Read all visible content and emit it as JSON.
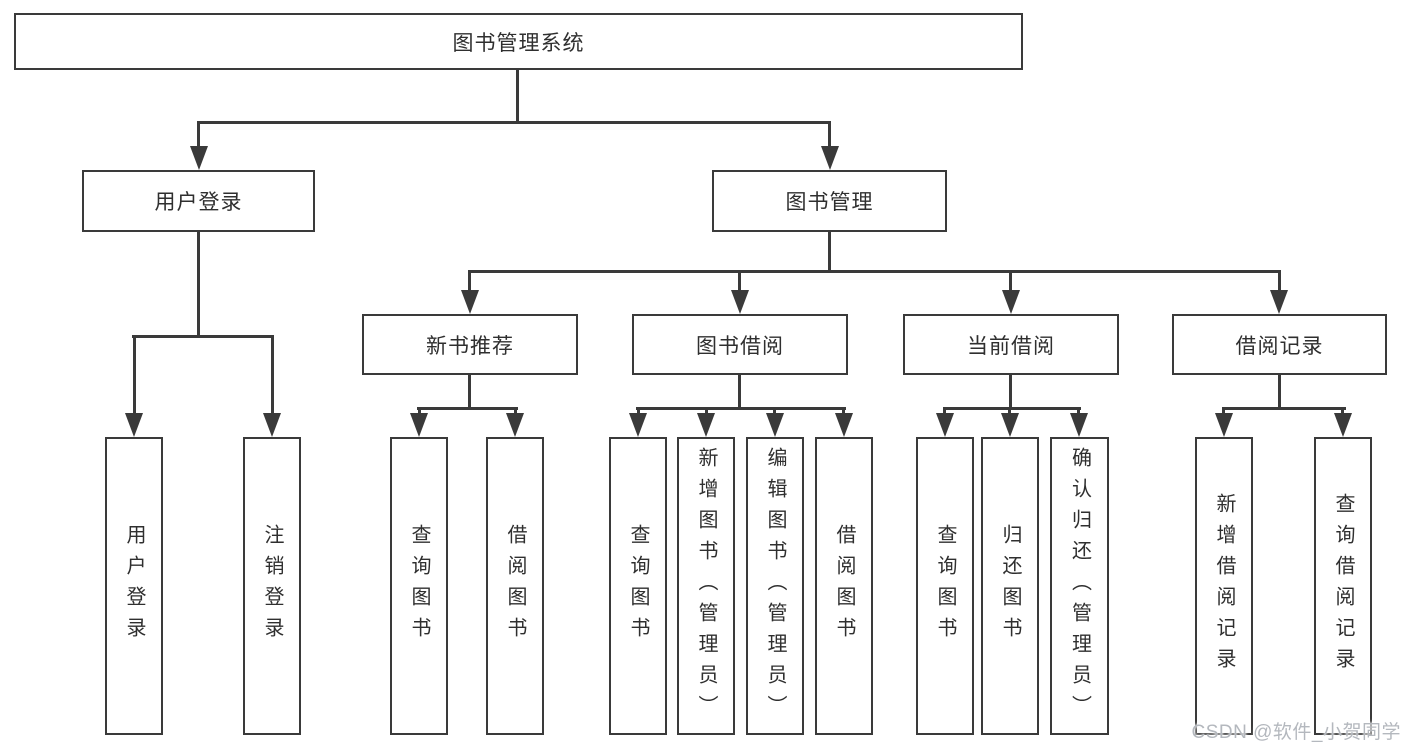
{
  "diagram": {
    "watermark": "CSDN @软件_小贺同学",
    "colors": {
      "line": "#3a3a3a",
      "text": "#2f2f2f",
      "background": "#ffffff",
      "watermark": "#b4b8be"
    },
    "root": {
      "label": "图书管理系统",
      "children": [
        {
          "label": "用户登录",
          "children": [
            {
              "label": "用户登录"
            },
            {
              "label": "注销登录"
            }
          ]
        },
        {
          "label": "图书管理",
          "children": [
            {
              "label": "新书推荐",
              "children": [
                {
                  "label": "查询图书"
                },
                {
                  "label": "借阅图书"
                }
              ]
            },
            {
              "label": "图书借阅",
              "children": [
                {
                  "label": "查询图书"
                },
                {
                  "label": "新增图书（管理员）"
                },
                {
                  "label": "编辑图书（管理员）"
                },
                {
                  "label": "借阅图书"
                }
              ]
            },
            {
              "label": "当前借阅",
              "children": [
                {
                  "label": "查询图书"
                },
                {
                  "label": "归还图书"
                },
                {
                  "label": "确认归还（管理员）"
                }
              ]
            },
            {
              "label": "借阅记录",
              "children": [
                {
                  "label": "新增借阅记录"
                },
                {
                  "label": "查询借阅记录"
                }
              ]
            }
          ]
        }
      ]
    }
  }
}
